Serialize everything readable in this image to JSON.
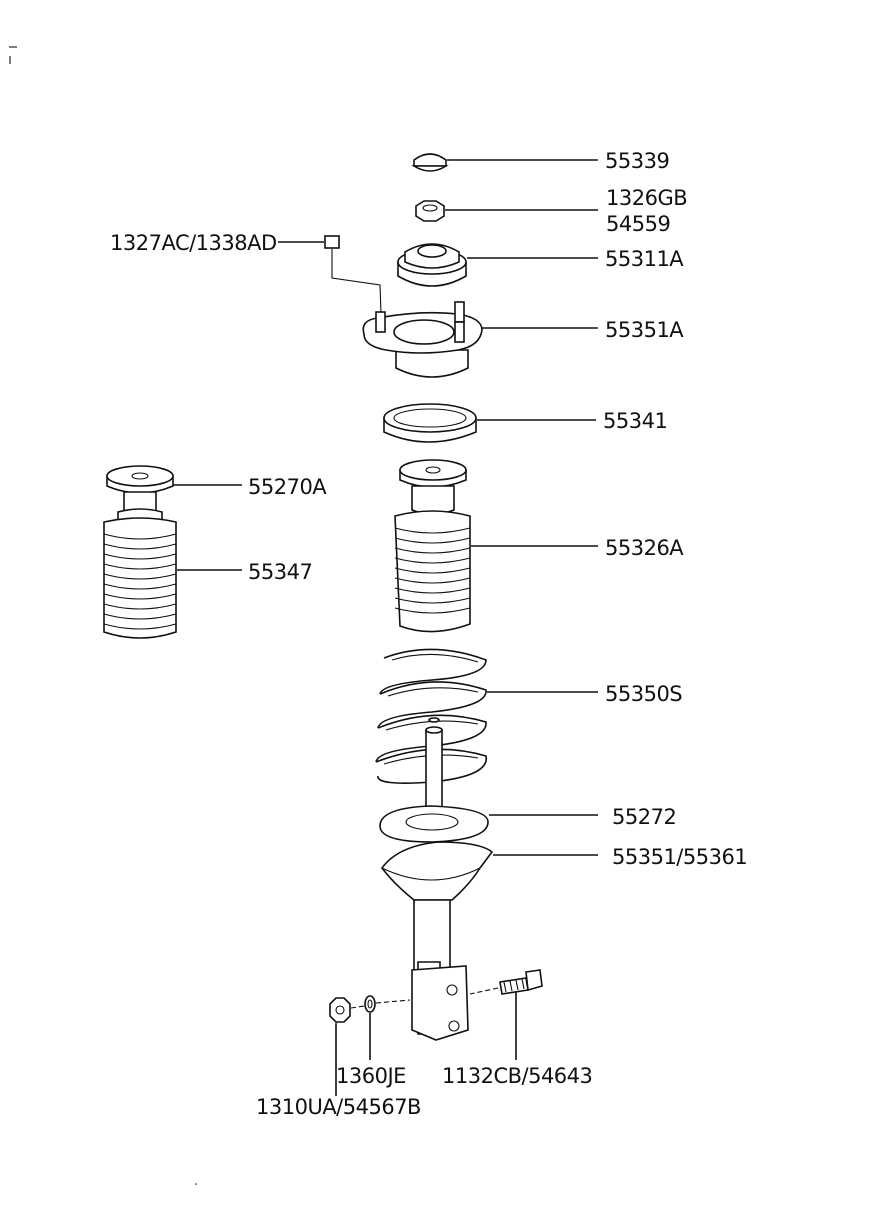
{
  "labels": {
    "p55339": "55339",
    "p1326gb": "1326GB",
    "p54559": "54559",
    "p1327ac": "1327AC/1338AD",
    "p55311a": "55311A",
    "p55351a": "55351A",
    "p55341": "55341",
    "p55270a": "55270A",
    "p55347": "55347",
    "p55326a": "55326A",
    "p55350s": "55350S",
    "p55272": "55272",
    "p55351_55361": "55351/55361",
    "p1360je": "1360JE",
    "p1132cb": "1132CB/54643",
    "p1310ua": "1310UA/54567B"
  },
  "colors": {
    "ink": "#111111",
    "paper": "#ffffff"
  }
}
